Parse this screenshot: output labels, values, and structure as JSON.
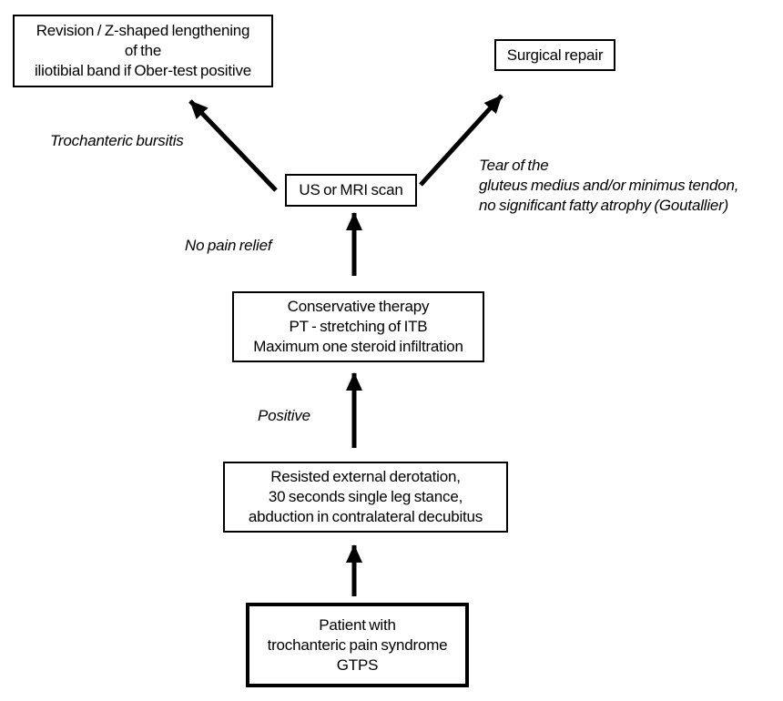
{
  "boxes": {
    "revision": {
      "lines": [
        "Revision / Z-shaped lengthening",
        "of the",
        "iliotibial band if Ober-test positive"
      ]
    },
    "surgical_repair": {
      "label": "Surgical repair"
    },
    "scan": {
      "label": "US or MRI scan"
    },
    "conservative": {
      "lines": [
        "Conservative therapy",
        "PT - stretching of ITB",
        "Maximum one steroid infiltration"
      ]
    },
    "clinical_tests": {
      "lines": [
        "Resisted external derotation,",
        "30 seconds single leg stance,",
        "abduction in contralateral decubitus"
      ]
    },
    "patient": {
      "lines": [
        "Patient with",
        "trochanteric pain syndrome",
        "GTPS"
      ]
    }
  },
  "labels": {
    "trochanteric_bursitis": "Trochanteric bursitis",
    "tear": {
      "lines": [
        "Tear of the",
        "gluteus medius and/or minimus tendon,",
        "no significant fatty atrophy (Goutallier)"
      ]
    },
    "no_pain_relief": "No pain relief",
    "positive": "Positive"
  },
  "colors": {
    "ink": "#000000",
    "background": "#ffffff"
  }
}
